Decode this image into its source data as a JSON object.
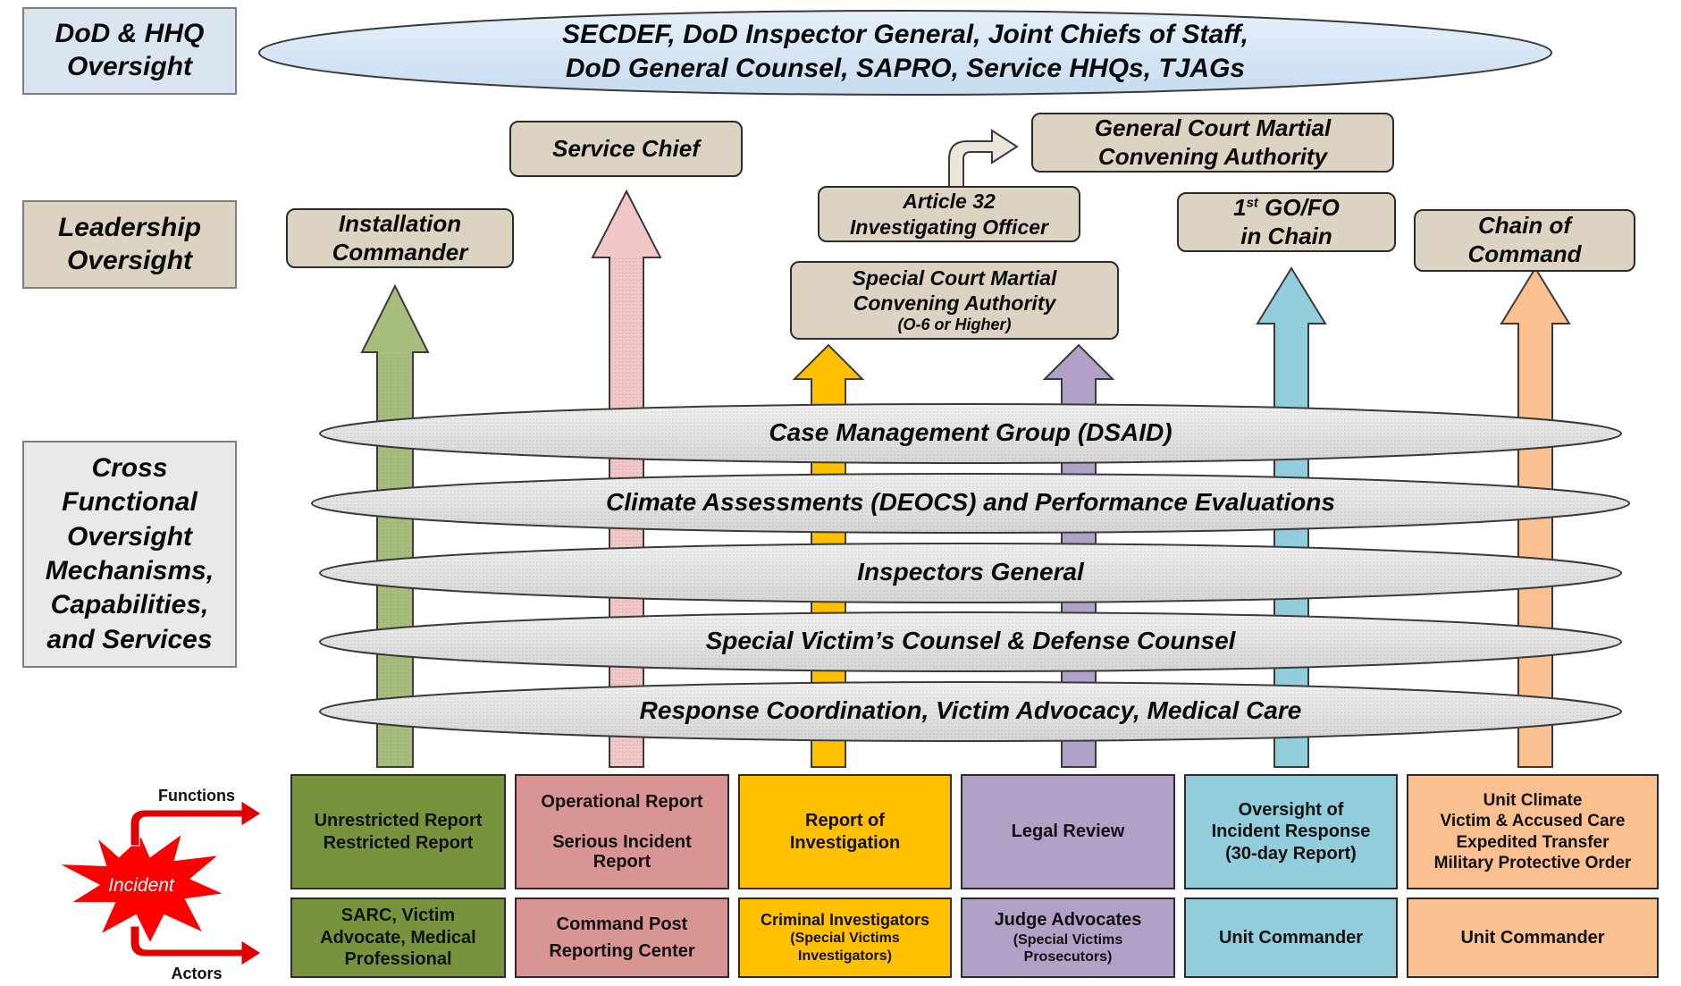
{
  "side_labels": {
    "dod_hhq": "DoD & HHQ\nOversight",
    "leadership": "Leadership\nOversight",
    "cross_functional": "Cross\nFunctional\nOversight\nMechanisms,\nCapabilities,\nand Services"
  },
  "top_oval": {
    "line1": "SECDEF,  DoD Inspector General, Joint Chiefs of Staff,",
    "line2": "DoD General Counsel, SAPRO, Service HHQs, TJAGs"
  },
  "leadership_boxes": {
    "installation_commander": "Installation\nCommander",
    "service_chief": "Service Chief",
    "general_court_martial": "General Court Martial\nConvening Authority",
    "article_32": "Article 32\nInvestigating Officer",
    "special_court_martial": "Special Court Martial\nConvening Authority",
    "special_court_martial_sub": "(O-6 or Higher)",
    "first_go_fo_pre": "1",
    "first_go_fo_sup": "st",
    "first_go_fo_post": " GO/FO",
    "first_go_fo_line2": "in Chain",
    "chain_of_command": "Chain of\nCommand"
  },
  "mechanisms": [
    "Case Management Group (DSAID)",
    "Climate Assessments (DEOCS) and Performance Evaluations",
    "Inspectors General",
    "Special Victim’s Counsel & Defense Counsel",
    "Response Coordination, Victim Advocacy, Medical Care"
  ],
  "functions": [
    "Unrestricted Report\nRestricted Report",
    "Operational Report\n\nSerious Incident\nReport",
    "Report of\nInvestigation",
    "Legal Review",
    "Oversight of\nIncident Response\n(30-day Report)",
    "Unit Climate\nVictim & Accused Care\nExpedited Transfer\nMilitary Protective Order"
  ],
  "actors": [
    {
      "main": "SARC, Victim\nAdvocate, Medical\nProfessional",
      "sub": ""
    },
    {
      "main": "Command Post\nReporting Center",
      "sub": ""
    },
    {
      "main": "Criminal Investigators",
      "sub": "(Special Victims\nInvestigators)"
    },
    {
      "main": "Judge Advocates",
      "sub": "(Special Victims\nProsecutors)"
    },
    {
      "main": "Unit Commander",
      "sub": ""
    },
    {
      "main": "Unit Commander",
      "sub": ""
    }
  ],
  "incident": {
    "label": "Incident",
    "functions_label": "Functions",
    "actors_label": "Actors"
  },
  "colors": {
    "green": "#77933c",
    "pink": "#d99594",
    "gold": "#ffc000",
    "purple": "#b2a1c7",
    "blue": "#92cddc",
    "orange": "#fac090",
    "tan": "#ddd3c3",
    "incident_red": "#ff0000"
  }
}
